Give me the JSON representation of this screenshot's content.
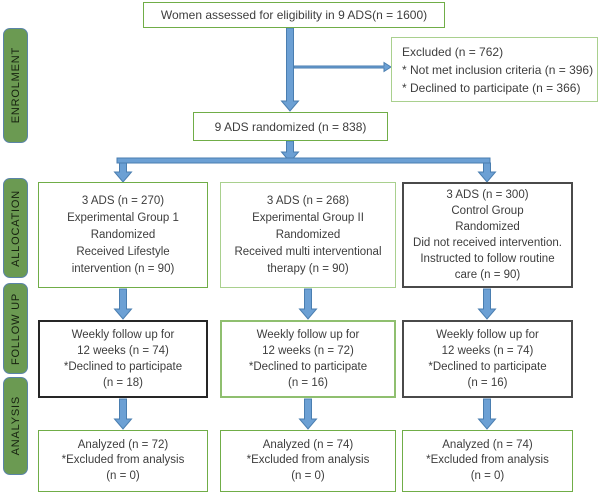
{
  "title": "CONSORT-style participant flow diagram",
  "colors": {
    "box_green_dark": "#70ad47",
    "box_green_light": "#a9d08e",
    "stage_label_fill": "#6b9a52",
    "stage_label_border": "#5b84a8",
    "dark_box_border": "#262626",
    "arrow_fill": "#6ca0d4",
    "arrow_stroke": "#4a7eb0",
    "text": "#3d3d3d"
  },
  "side_labels": [
    "ENROLMENT",
    "ALLOCATION",
    "FOLLOW UP",
    "ANALYSIS"
  ],
  "flow": {
    "eligibility": "Women assessed for eligibility in 9 ADS(n = 1600)",
    "excluded": [
      "Excluded (n = 762)",
      "* Not met inclusion criteria (n = 396)",
      "* Declined to participate (n = 366)"
    ],
    "randomized": "9 ADS randomized (n = 838)",
    "allocation": [
      [
        "3 ADS (n = 270)",
        "Experimental Group 1",
        "Randomized",
        "Received Lifestyle",
        "intervention (n = 90)"
      ],
      [
        "3 ADS (n = 268)",
        "Experimental Group II",
        "Randomized",
        "Received multi interventional",
        "therapy (n = 90)"
      ],
      [
        "3 ADS (n = 300)",
        "Control Group",
        "Randomized",
        "Did not received intervention.",
        "Instructed to follow routine",
        "care (n = 90)"
      ]
    ],
    "follow_up": [
      [
        "Weekly follow up for",
        "12 weeks (n = 74)",
        "*Declined to participate",
        "(n = 18)"
      ],
      [
        "Weekly follow up for",
        "12 weeks (n = 72)",
        "*Declined to participate",
        "(n = 16)"
      ],
      [
        "Weekly follow up for",
        "12 weeks (n = 74)",
        "*Declined to participate",
        "(n = 16)"
      ]
    ],
    "analysis": [
      [
        "Analyzed (n = 72)",
        "*Excluded from analysis",
        "(n = 0)"
      ],
      [
        "Analyzed (n = 74)",
        "*Excluded from analysis",
        "(n = 0)"
      ],
      [
        "Analyzed (n = 74)",
        "*Excluded from analysis",
        "(n = 0)"
      ]
    ]
  }
}
